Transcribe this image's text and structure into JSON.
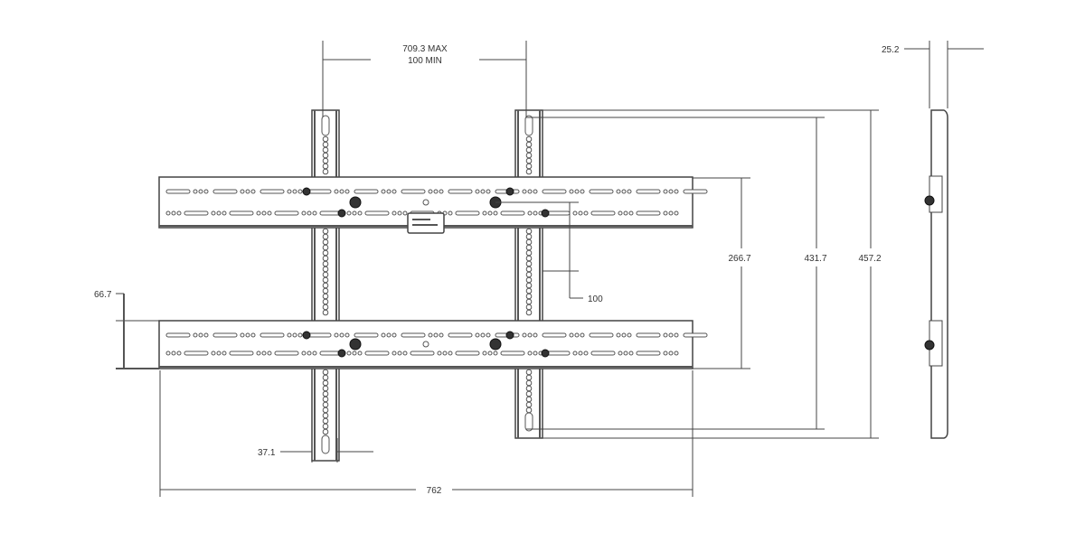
{
  "drawing": {
    "dimensions": {
      "spacing_max": "709.3 MAX",
      "spacing_min": "100 MIN",
      "depth": "25.2",
      "bar_span": "266.7",
      "rail_inner": "431.7",
      "rail_height": "457.2",
      "offset": "100",
      "bar_height": "66.7",
      "rail_width": "37.1",
      "bar_width": "762"
    }
  }
}
